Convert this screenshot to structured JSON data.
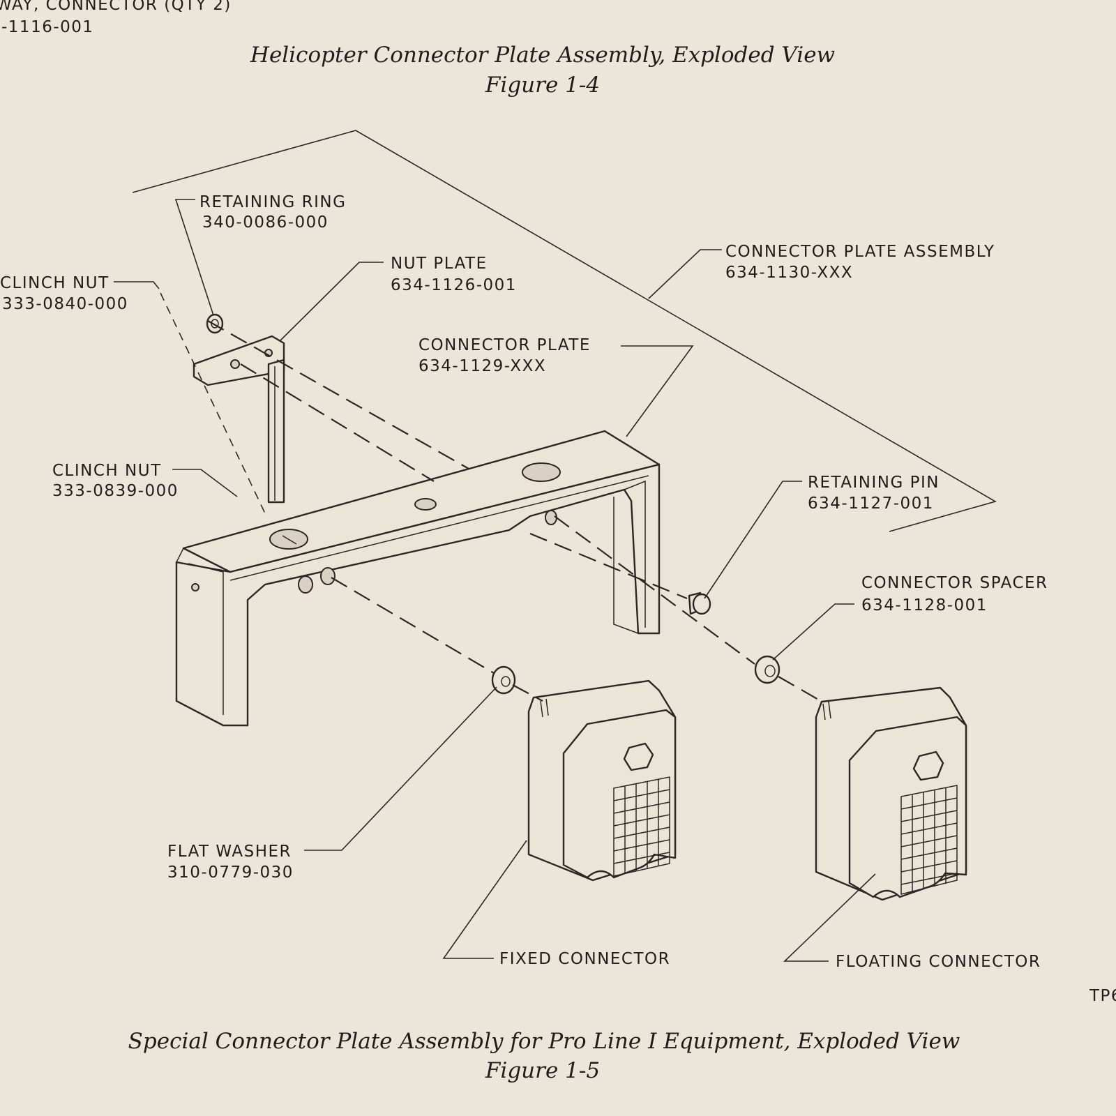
{
  "header": {
    "line1": "WAY, CONNECTOR (QTY 2)",
    "line2": "-1116-001"
  },
  "figure_top": {
    "title": "Helicopter Connector Plate Assembly, Exploded View",
    "number": "Figure 1-4"
  },
  "figure_bottom": {
    "title": "Special Connector Plate Assembly for Pro Line I Equipment, Exploded View",
    "number": "Figure 1-5"
  },
  "callouts": {
    "retaining_ring": {
      "name": "RETAINING RING",
      "part": "340-0086-000"
    },
    "clinch_nut_upper": {
      "name": "CLINCH NUT",
      "part": "333-0840-000"
    },
    "nut_plate": {
      "name": "NUT PLATE",
      "part": "634-1126-001"
    },
    "connector_plate_assembly": {
      "name": "CONNECTOR PLATE ASSEMBLY",
      "part": "634-1130-XXX"
    },
    "connector_plate": {
      "name": "CONNECTOR PLATE",
      "part": "634-1129-XXX"
    },
    "clinch_nut_lower": {
      "name": "CLINCH NUT",
      "part": "333-0839-000"
    },
    "retaining_pin": {
      "name": "RETAINING PIN",
      "part": "634-1127-001"
    },
    "connector_spacer": {
      "name": "CONNECTOR SPACER",
      "part": "634-1128-001"
    },
    "flat_washer": {
      "name": "FLAT WASHER",
      "part": "310-0779-030"
    },
    "fixed_connector": {
      "name": "FIXED CONNECTOR"
    },
    "floating_connector": {
      "name": "FLOATING CONNECTOR"
    }
  },
  "margin_code": "TP6"
}
